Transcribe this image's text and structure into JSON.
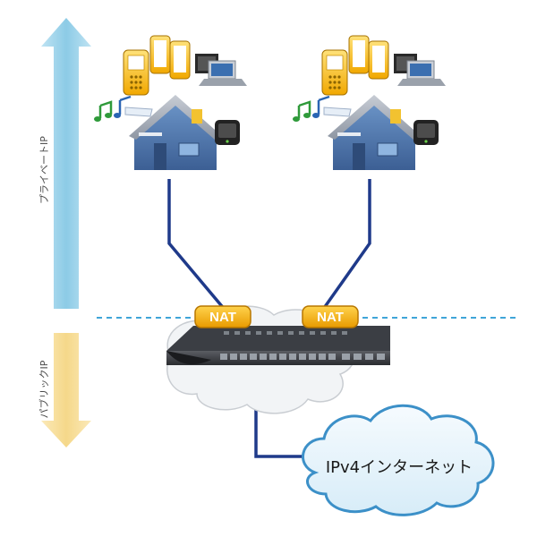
{
  "labels": {
    "private_ip": "プライベートIP",
    "public_ip": "パブリックIP",
    "internet": "IPv4インターネット"
  },
  "nat_badges": [
    {
      "text": "NAT"
    },
    {
      "text": "NAT"
    }
  ],
  "colors": {
    "private_arrow": "#8ccbe6",
    "public_arrow": "#f5d88a",
    "link_line": "#1f3a8a",
    "dashed_boundary": "#3fa5d8",
    "nat_fill": "#f2a800",
    "cloud_stroke": "#3c90c8",
    "cloud_fill": "#e8f4fb"
  },
  "icons": [
    "mobile-phone-icon",
    "tablet-icon",
    "video-laptop-icon",
    "music-notes-icon",
    "house-icon",
    "tv-icon",
    "router-switch-icon"
  ]
}
